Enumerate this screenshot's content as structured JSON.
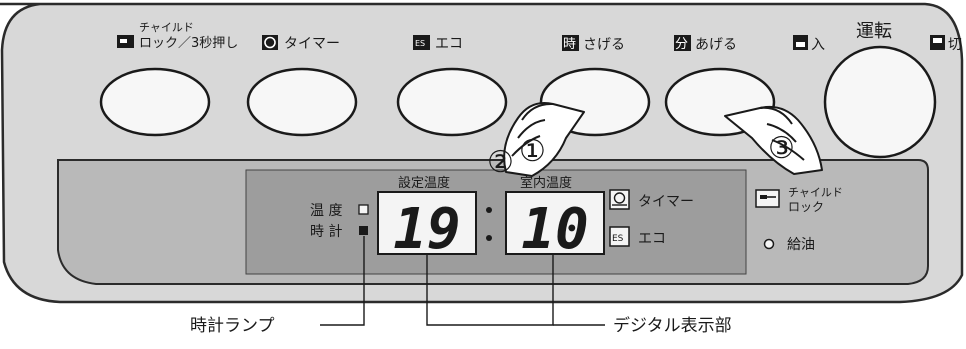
{
  "buttons": {
    "child_lock": {
      "line1": "チャイルド",
      "line2": "ロック／3秒押し"
    },
    "timer": "タイマー",
    "eco": "エコ",
    "time_down": {
      "icon": "時",
      "label": "さげる"
    },
    "time_up": {
      "icon": "分",
      "label": "あげる"
    },
    "run": "運転",
    "on": "入",
    "off": "切"
  },
  "display": {
    "set_temp_label": "設定温度",
    "room_temp_label": "室内温度",
    "set_temp_value": "19",
    "room_temp_value": "10",
    "lamp_temp": "温 度",
    "lamp_clock": "時 計",
    "timer_indicator": "タイマー",
    "eco_indicator": "エコ",
    "child_lock_indicator": {
      "line1": "チャイルド",
      "line2": "ロック"
    },
    "refuel": "給油"
  },
  "steps": {
    "one": "①",
    "two": "②",
    "three": "③"
  },
  "callouts": {
    "clock_lamp": "時計ランプ",
    "digital_display": "デジタル表示部"
  },
  "colors": {
    "panel": "#d6d6d6",
    "display_window": "#9a9a9a",
    "segment_bg": "#f4f4f4"
  }
}
